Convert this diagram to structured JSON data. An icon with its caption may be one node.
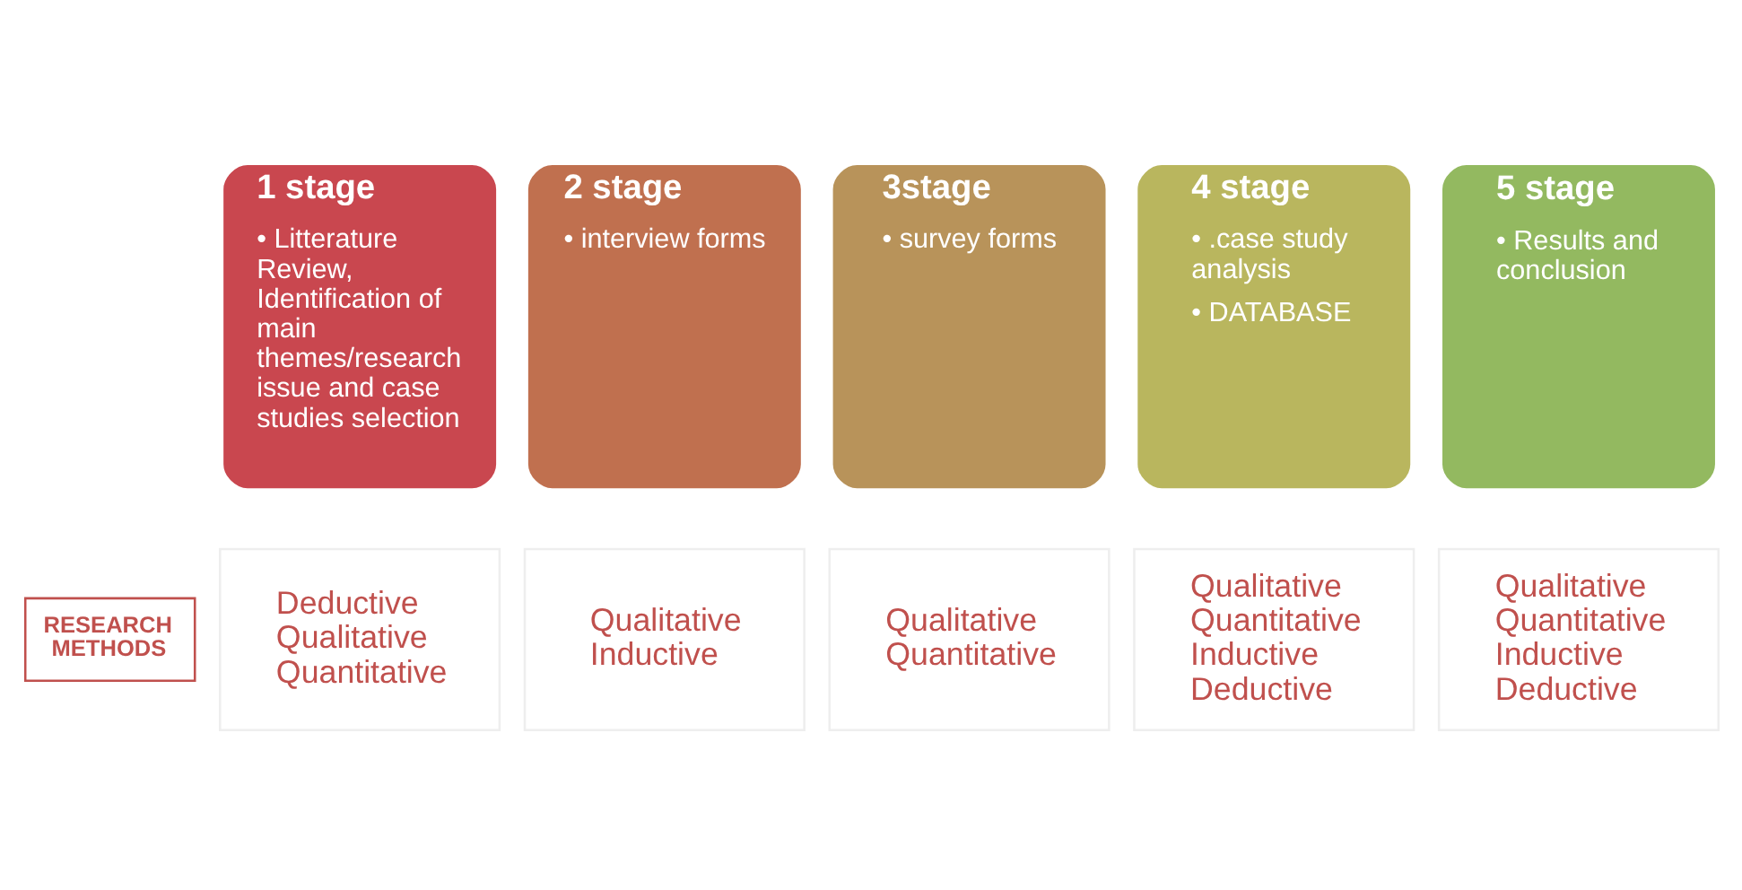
{
  "diagram": {
    "nodes": [
      {
        "text": [
          "1 stage",
          "• Litterature Review, Identification of main themes/research issue and case studies selection"
        ]
      },
      {
        "text": [
          "2 stage",
          "• interview forms"
        ]
      },
      {
        "text": [
          "3stage",
          "• survey forms"
        ]
      },
      {
        "text": [
          "4 stage",
          "• .case study analysis",
          "• DATABASE"
        ]
      },
      {
        "text": [
          "5 stage",
          "• Results and conclusion"
        ]
      },
      {
        "text": [
          "RESEARCH METHODS"
        ]
      },
      {
        "text": [
          "Deductive Qualitative Quantitative"
        ]
      },
      {
        "text": [
          "Qualitative Inductive"
        ]
      },
      {
        "text": [
          "Qualitative Quantitative"
        ]
      },
      {
        "text": [
          "Qualitative Quantitative Inductive Deductive"
        ]
      },
      {
        "text": [
          "Qualitative Quantitative Inductive Deductive"
        ]
      }
    ],
    "edges": []
  }
}
